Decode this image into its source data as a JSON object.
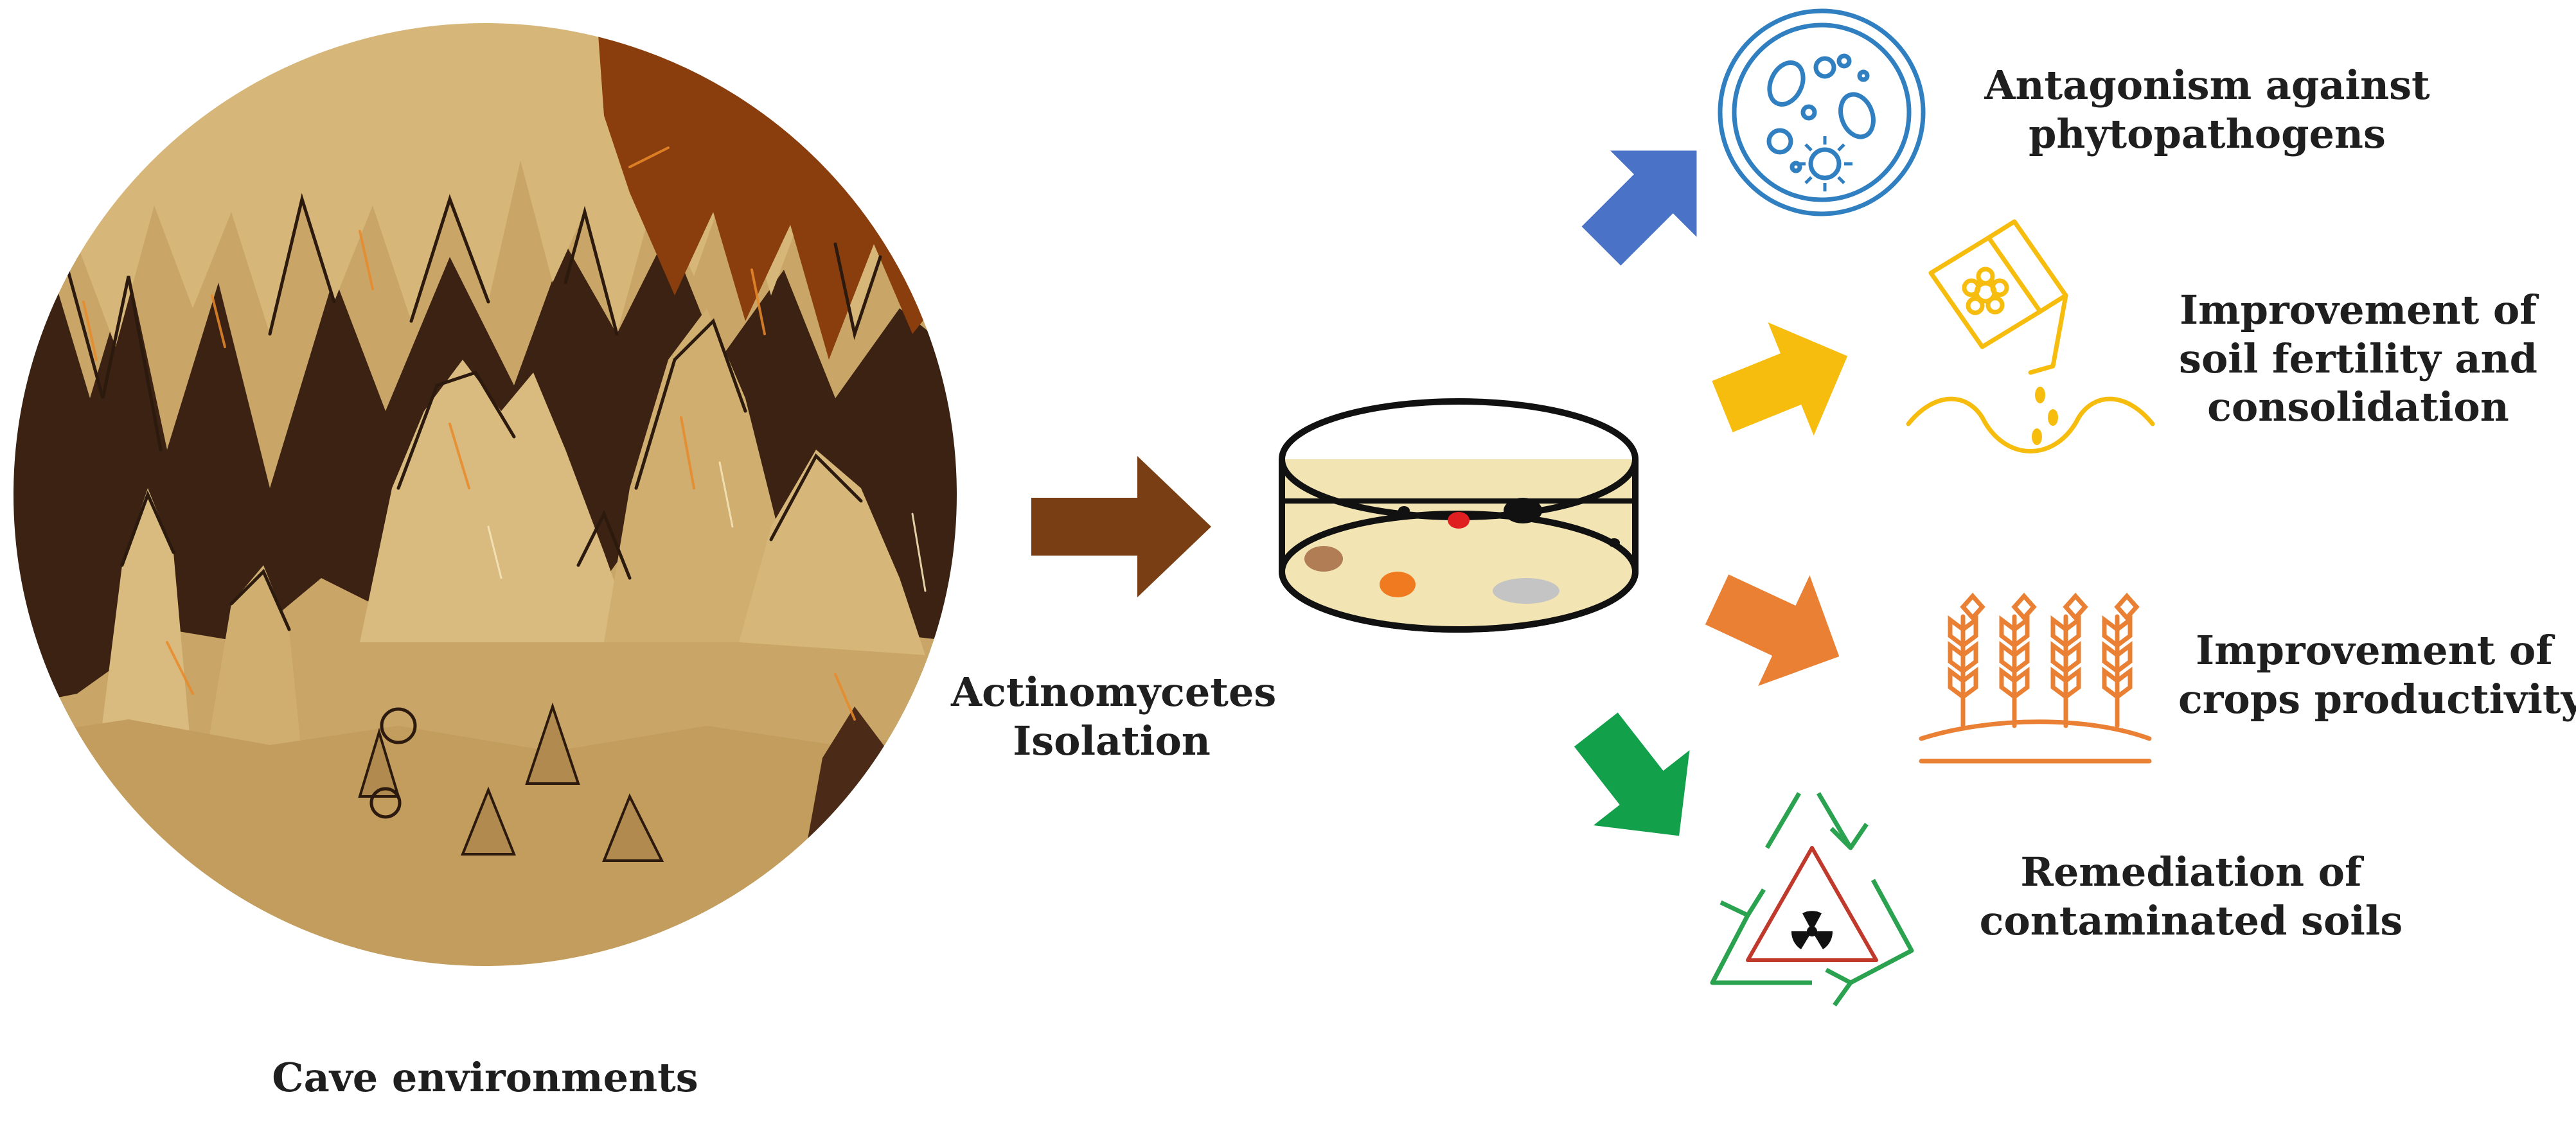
{
  "source": {
    "label": "Cave environments"
  },
  "process": {
    "label_line1": "Actinomycetes",
    "label_line2": "Isolation"
  },
  "outcomes": [
    {
      "line1": "Antagonism against",
      "line2": "phytopathogens",
      "line3": "",
      "arrow_color": "#4a72c6",
      "icon": "petri-dish-microbes-icon"
    },
    {
      "line1": "Improvement of",
      "line2": "soil fertility and",
      "line3": "consolidation",
      "arrow_color": "#f6bd0f",
      "icon": "fertilizer-bag-icon"
    },
    {
      "line1": "Improvement of",
      "line2": "crops productivity",
      "line3": "",
      "arrow_color": "#e98034",
      "icon": "wheat-crops-icon"
    },
    {
      "line1": "Remediation of",
      "line2": "contaminated soils",
      "line3": "",
      "arrow_color": "#13a04a",
      "icon": "recycle-radiation-icon"
    }
  ],
  "colors": {
    "cave_arrow": "#7a3e14",
    "cave_dark": "#3b2213",
    "cave_sand": "#c9a567",
    "cave_light": "#e2c792",
    "cave_rust": "#8a3d0d",
    "dish_agar": "#f3e4b4",
    "microbe_blue": "#2f7fc1",
    "fertility_yellow": "#f6bd0f",
    "crops_orange": "#e98034",
    "recycle_green": "#2aa24f",
    "hazard_red": "#c0392b"
  }
}
